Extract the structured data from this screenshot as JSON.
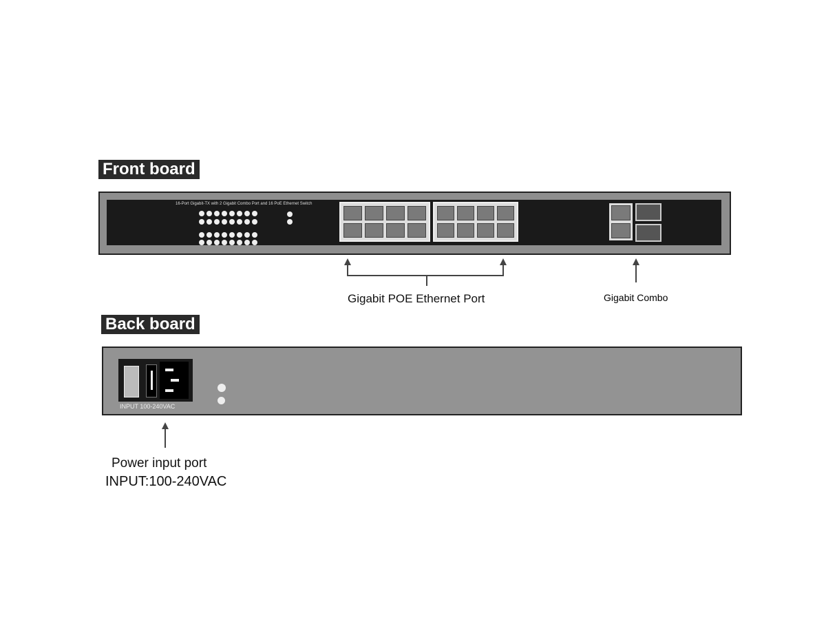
{
  "front": {
    "heading": "Front board",
    "panel_title": "16-Port Gigabit-TX with 2 Gigabit Combo Port and 16 PoE Ethernet Switch",
    "poe_caption": "Gigabit POE Ethernet Port",
    "combo_caption": "Gigabit Combo"
  },
  "back": {
    "heading": "Back board",
    "power_label": "INPUT 100-240VAC",
    "caption_line1": "Power input port",
    "caption_line2": "INPUT:100-240VAC"
  }
}
